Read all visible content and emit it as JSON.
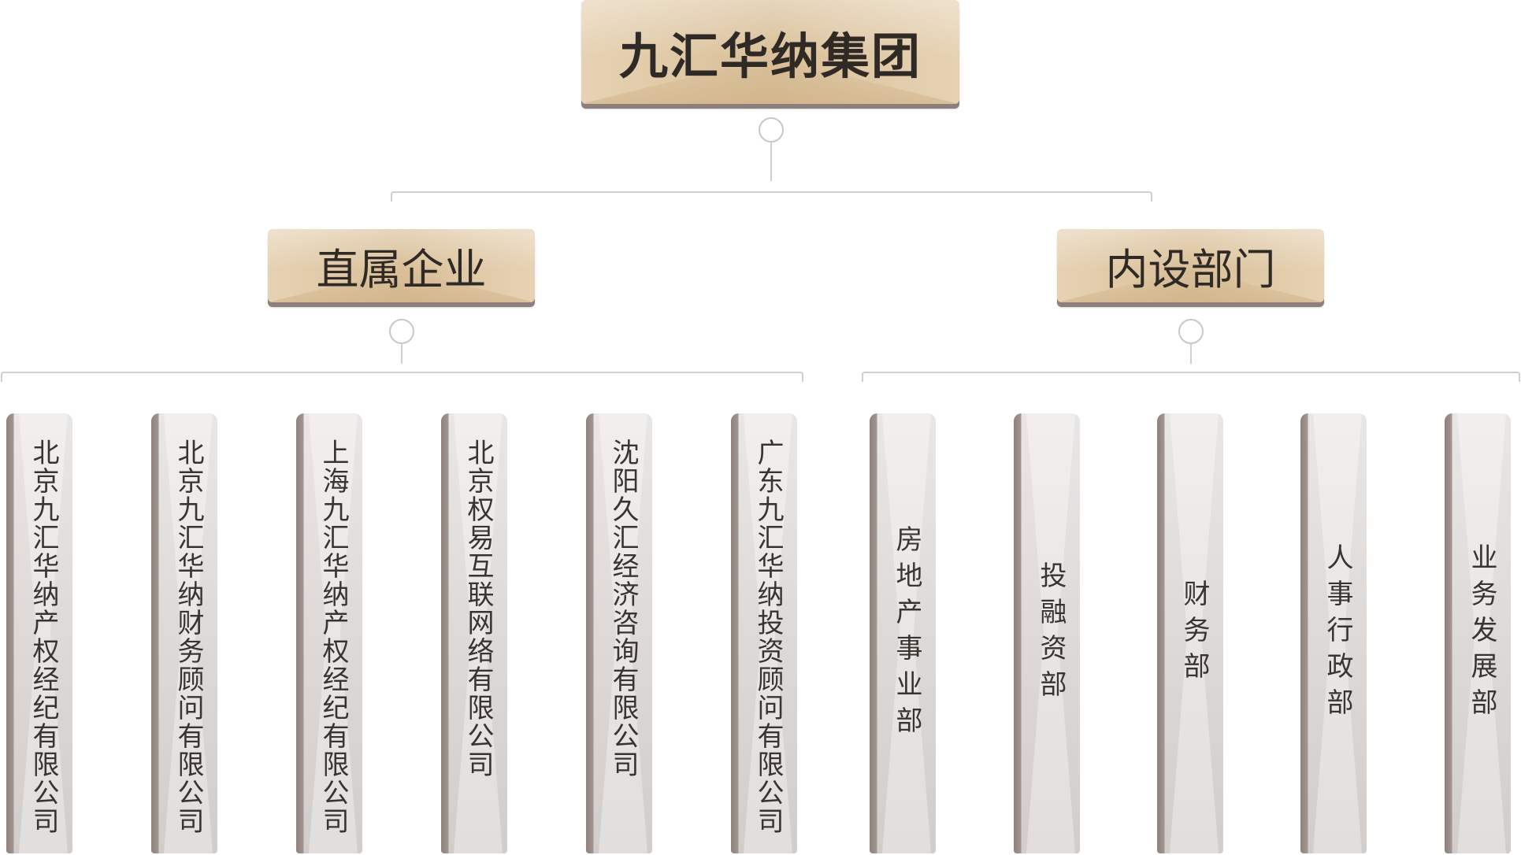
{
  "root": {
    "title": "九汇华纳集团"
  },
  "branches": [
    {
      "title": "直属企业",
      "children": [
        "北京九汇华纳产权经纪有限公司",
        "北京九汇华纳财务顾问有限公司",
        "上海九汇华纳产权经纪有限公司",
        "北京权易互联网络有限公司",
        "沈阳久汇经济咨询有限公司",
        "广东九汇华纳投资顾问有限公司"
      ]
    },
    {
      "title": "内设部门",
      "children": [
        "房地产事业部",
        "投融资部",
        "财务部",
        "人事行政部",
        "业务发展部"
      ]
    }
  ],
  "colors": {
    "box_tan": "#d9bf98",
    "box_shadow": "#8c7f7c",
    "pillar_grey": "#dedbd9",
    "connector": "#cfcfcf",
    "text": "#2f2a26"
  }
}
